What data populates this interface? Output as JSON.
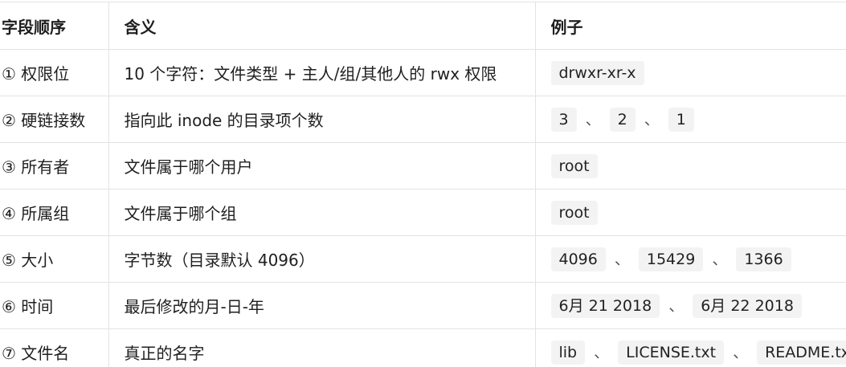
{
  "header": {
    "col1": "字段顺序",
    "col2": "含义",
    "col3": "例子"
  },
  "rows": [
    {
      "field": "① 权限位",
      "meaning": "10 个字符：文件类型 + 主人/组/其他人的 rwx 权限",
      "examples": [
        "drwxr-xr-x"
      ]
    },
    {
      "field": "② 硬链接数",
      "meaning": "指向此 inode 的目录项个数",
      "examples": [
        "3",
        "2",
        "1"
      ]
    },
    {
      "field": "③ 所有者",
      "meaning": "文件属于哪个用户",
      "examples": [
        "root"
      ]
    },
    {
      "field": "④ 所属组",
      "meaning": "文件属于哪个组",
      "examples": [
        "root"
      ]
    },
    {
      "field": "⑤ 大小",
      "meaning": "字节数（目录默认 4096）",
      "examples": [
        "4096",
        "15429",
        "1366"
      ]
    },
    {
      "field": "⑥ 时间",
      "meaning": "最后修改的月-日-年",
      "examples": [
        "6月 21 2018",
        "6月 22 2018"
      ]
    },
    {
      "field": "⑦ 文件名",
      "meaning": "真正的名字",
      "examples": [
        "lib",
        "LICENSE.txt",
        "README.txt"
      ]
    }
  ],
  "separator": "、"
}
